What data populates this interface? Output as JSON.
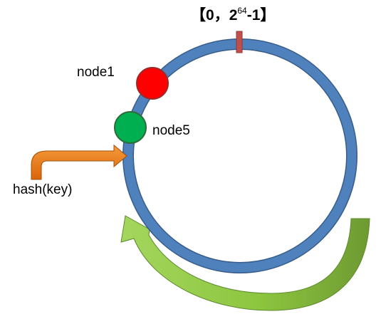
{
  "ring": {
    "color": "#4F81BD",
    "border_color": "#385D8A",
    "marker_color": "#C0504D"
  },
  "range_label": {
    "open_bracket": "【",
    "start": "0",
    "separator": "，",
    "base": "2",
    "exponent": "64",
    "suffix": "-1",
    "close_bracket": "】"
  },
  "nodes": [
    {
      "label": "node1",
      "color": "#FF0000"
    },
    {
      "label": "node5",
      "color": "#00B050"
    }
  ],
  "hash_input": {
    "label": "hash(key)",
    "arrow_color": "#E36C09"
  },
  "rotation_arrow": {
    "color": "#92D050",
    "shadow_color": "#76933C"
  }
}
